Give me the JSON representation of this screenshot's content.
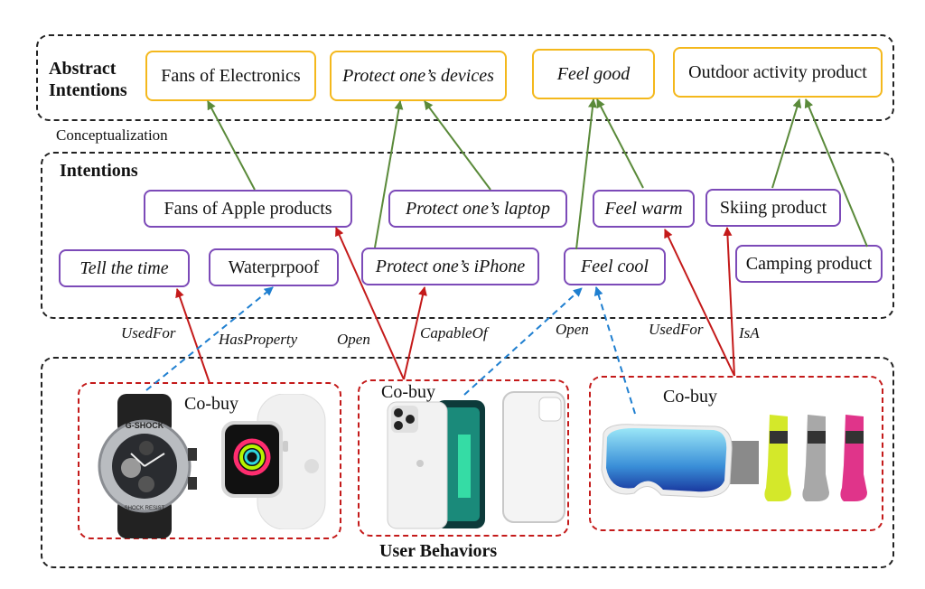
{
  "layers": {
    "abstract": {
      "title_line1": "Abstract",
      "title_line2": "Intentions"
    },
    "conceptualization_label": "Conceptualization",
    "intentions": {
      "title": "Intentions"
    },
    "behaviors": {
      "title": "User Behaviors"
    }
  },
  "abstract_intentions": [
    {
      "id": "a1",
      "label": "Fans of  Electronics",
      "italic": false
    },
    {
      "id": "a2",
      "label": "Protect one’s devices",
      "italic": true
    },
    {
      "id": "a3",
      "label": "Feel good",
      "italic": true
    },
    {
      "id": "a4",
      "label": "Outdoor activity product",
      "italic": false
    }
  ],
  "intentions": [
    {
      "id": "i1",
      "label": "Fans of Apple products",
      "italic": false
    },
    {
      "id": "i2",
      "label": "Protect one’s laptop",
      "italic": true
    },
    {
      "id": "i3",
      "label": "Feel warm",
      "italic": true
    },
    {
      "id": "i4",
      "label": "Skiing product",
      "italic": false
    },
    {
      "id": "i5",
      "label": "Tell the time",
      "italic": true
    },
    {
      "id": "i6",
      "label": "Waterprpoof",
      "italic": false
    },
    {
      "id": "i7",
      "label": "Protect one’s iPhone",
      "italic": true
    },
    {
      "id": "i8",
      "label": "Feel cool",
      "italic": true
    },
    {
      "id": "i9",
      "label": "Camping product",
      "italic": false
    }
  ],
  "relation_labels": {
    "usedfor_1": "UsedFor",
    "hasproperty": "HasProperty",
    "open_1": "Open",
    "capableof": "CapableOf",
    "open_2": "Open",
    "usedfor_2": "UsedFor",
    "isa": "IsA"
  },
  "cobuy_groups": [
    {
      "label": "Co-buy",
      "products": [
        "G-Shock watch",
        "Apple Watch"
      ]
    },
    {
      "label": "Co-buy",
      "products": [
        "iPhone 13 Pro",
        "Clear phone case"
      ]
    },
    {
      "label": "Co-buy",
      "products": [
        "Ski goggles",
        "Compression socks"
      ]
    }
  ],
  "watch_text": {
    "brand": "G-SHOCK",
    "bezel": "SHOCK RESIST"
  },
  "colors": {
    "abstract_border": "#f4b81c",
    "intention_border": "#7c4ab8",
    "conceptualization_edge": "#5a8a3a",
    "relation_edge": "#c41a1a",
    "open_edge": "#1f7fd0",
    "cobuy_border": "#c41a1a"
  }
}
